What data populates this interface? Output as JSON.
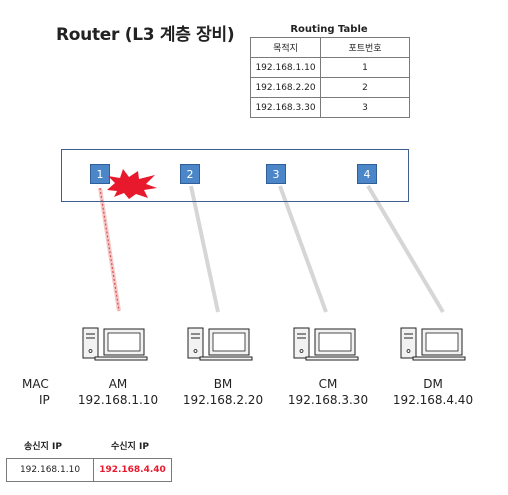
{
  "title": "Router (L3 계층 장비)",
  "routing_table": {
    "caption": "Routing Table",
    "headers": [
      "목적지",
      "포트번호"
    ],
    "rows": [
      {
        "destination": "192.168.1.10",
        "port": "1"
      },
      {
        "destination": "192.168.2.20",
        "port": "2"
      },
      {
        "destination": "192.168.3.30",
        "port": "3"
      }
    ]
  },
  "ports": [
    {
      "label": "1"
    },
    {
      "label": "2"
    },
    {
      "label": "3"
    },
    {
      "label": "4"
    }
  ],
  "row_labels": {
    "mac": "MAC",
    "ip": "IP"
  },
  "hosts": [
    {
      "name": "AM",
      "ip": "192.168.1.10"
    },
    {
      "name": "BM",
      "ip": "192.168.2.20"
    },
    {
      "name": "CM",
      "ip": "192.168.3.30"
    },
    {
      "name": "DM",
      "ip": "192.168.4.40"
    }
  ],
  "packet": {
    "source_label": "송신지 IP",
    "dest_label": "수신지 IP",
    "source_ip": "192.168.1.10",
    "dest_ip": "192.168.4.40"
  },
  "colors": {
    "port_fill": "#4a86c8",
    "link_gray": "#d6d6d6",
    "collision_red": "#e8192c",
    "dest_highlight": "#e8192c",
    "pc_body": "#f2f2f2"
  },
  "icons": {
    "collision": "explosion-burst-icon",
    "host": "desktop-computer-icon"
  }
}
